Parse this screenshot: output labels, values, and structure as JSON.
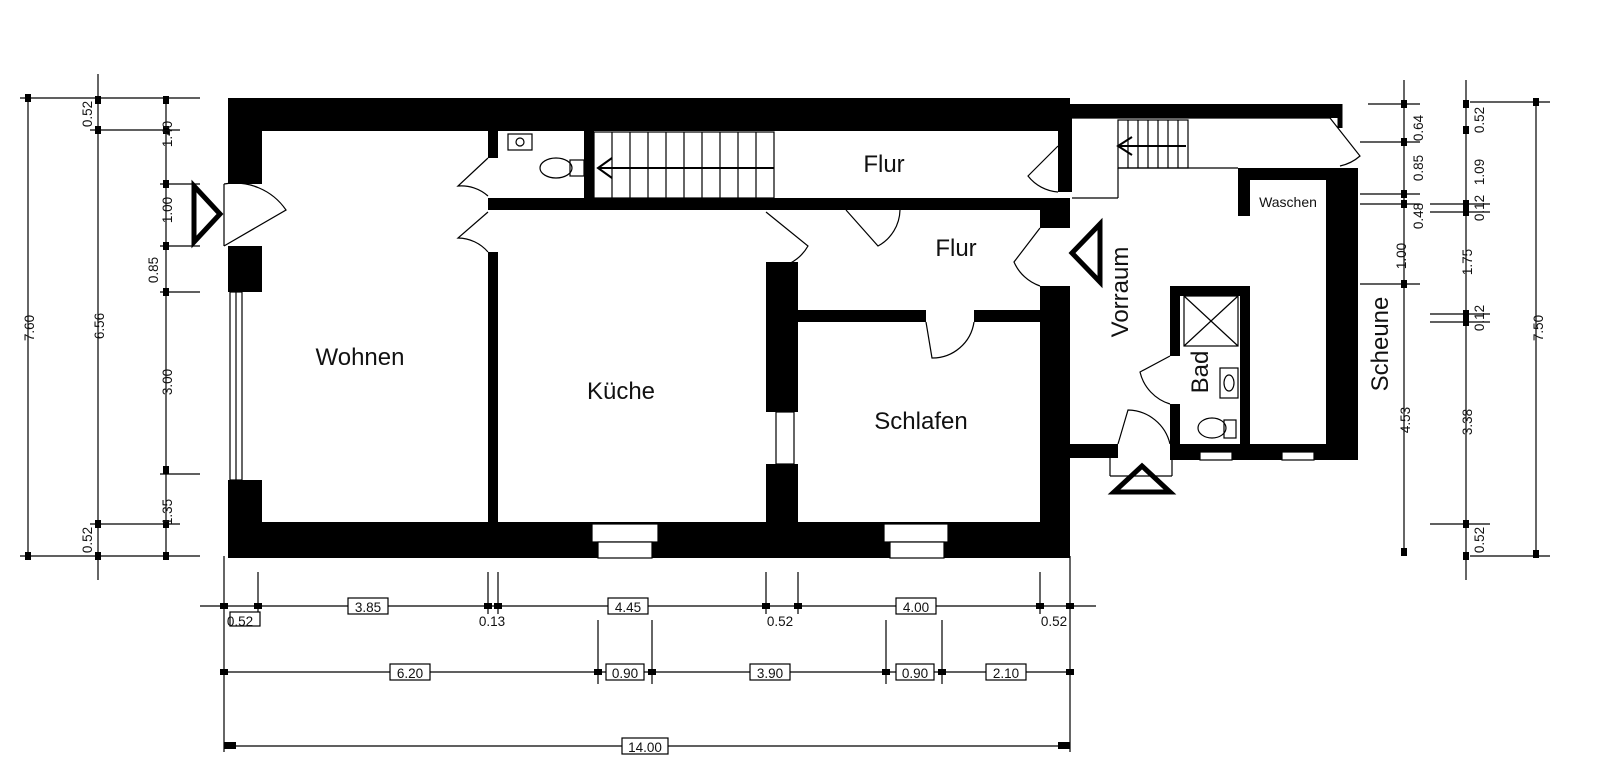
{
  "rooms": {
    "wohnen": "Wohnen",
    "kueche": "Küche",
    "flur_top": "Flur",
    "flur_mid": "Flur",
    "schlafen": "Schlafen",
    "vorraum": "Vorraum",
    "bad": "Bad",
    "waschen": "Waschen",
    "scheune": "Scheune"
  },
  "dims": {
    "left_outer": {
      "total": "7.60",
      "sub": "6.56",
      "top": "0.52",
      "bottom": "0.52"
    },
    "left_inner": [
      "1.40",
      "1.00",
      "0.85",
      "3.00",
      "1.35"
    ],
    "right_inner": [
      "0.64",
      "0.85",
      "0.48",
      "1.00",
      "4.53"
    ],
    "right_outer": [
      "0.52",
      "1.09",
      "0.12",
      "1.75",
      "0.12",
      "3.38",
      "0.52"
    ],
    "right_total": "7.50",
    "bottom_row1": [
      "0.52",
      "3.85",
      "0.13",
      "4.45",
      "0.52",
      "4.00",
      "0.52"
    ],
    "bottom_row2": [
      "6.20",
      "0.90",
      "3.90",
      "0.90",
      "2.10"
    ],
    "bottom_total": "14.00"
  },
  "icons": [
    "entrance-arrow-icon",
    "stair-arrow-icon",
    "toilet-icon",
    "sink-icon",
    "shower-icon"
  ]
}
